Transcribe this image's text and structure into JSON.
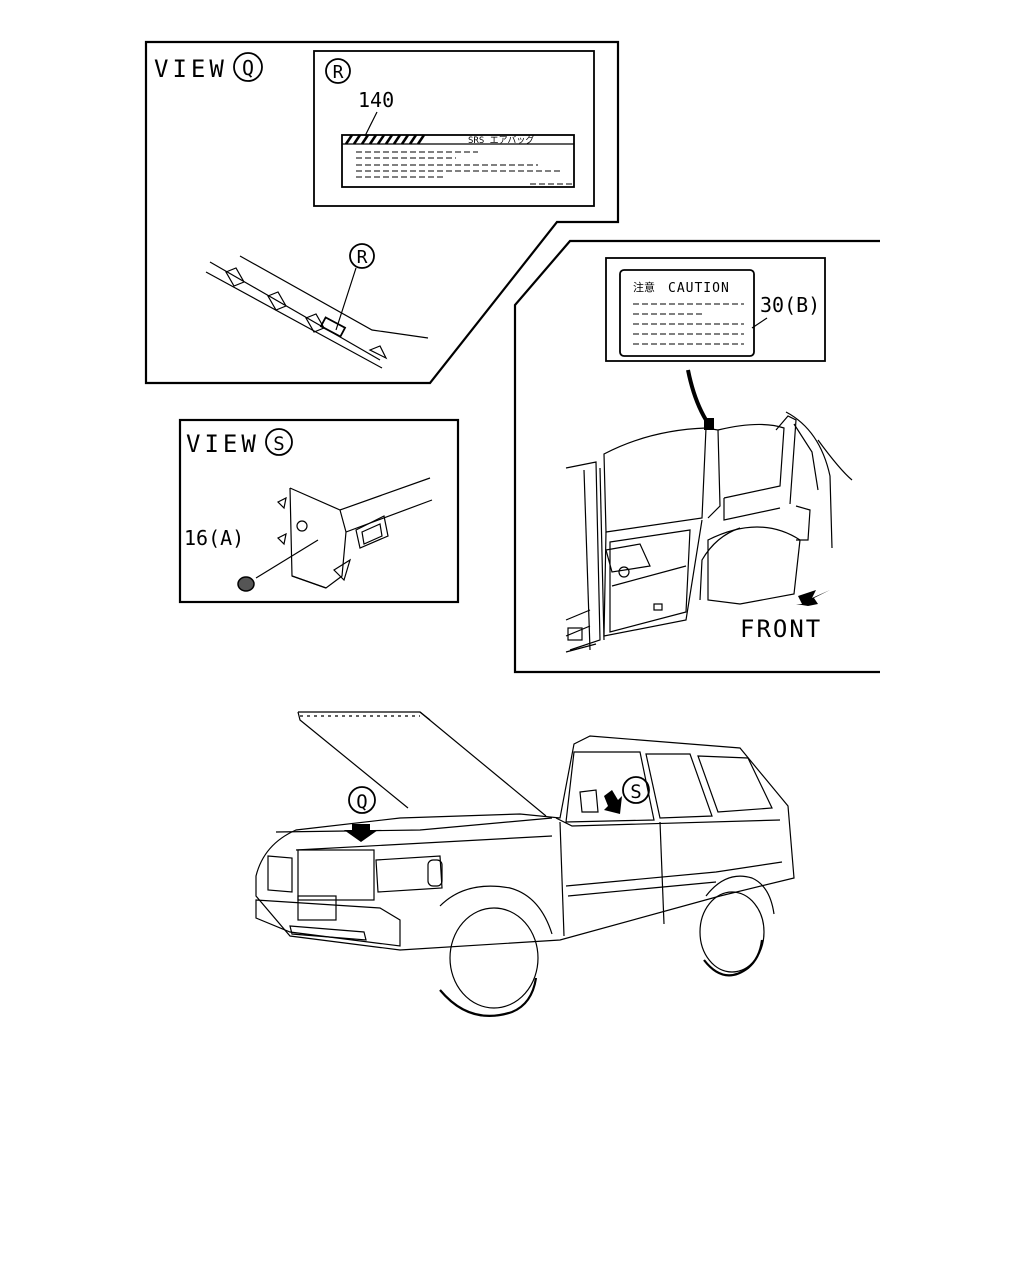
{
  "view_q": {
    "title": "VIEW",
    "letter": "Q",
    "callout_r": "R",
    "label_part_number": "140",
    "label_header_text": "SRS エアバッグ",
    "pointer_r": "R"
  },
  "view_s": {
    "title": "VIEW",
    "letter": "S",
    "part_label": "16(A)"
  },
  "door_view": {
    "caution_japanese": "注意",
    "caution_text": "CAUTION",
    "part_label": "30(B)",
    "front_label": "FRONT"
  },
  "vehicle": {
    "marker_q": "Q",
    "marker_s": "S"
  }
}
